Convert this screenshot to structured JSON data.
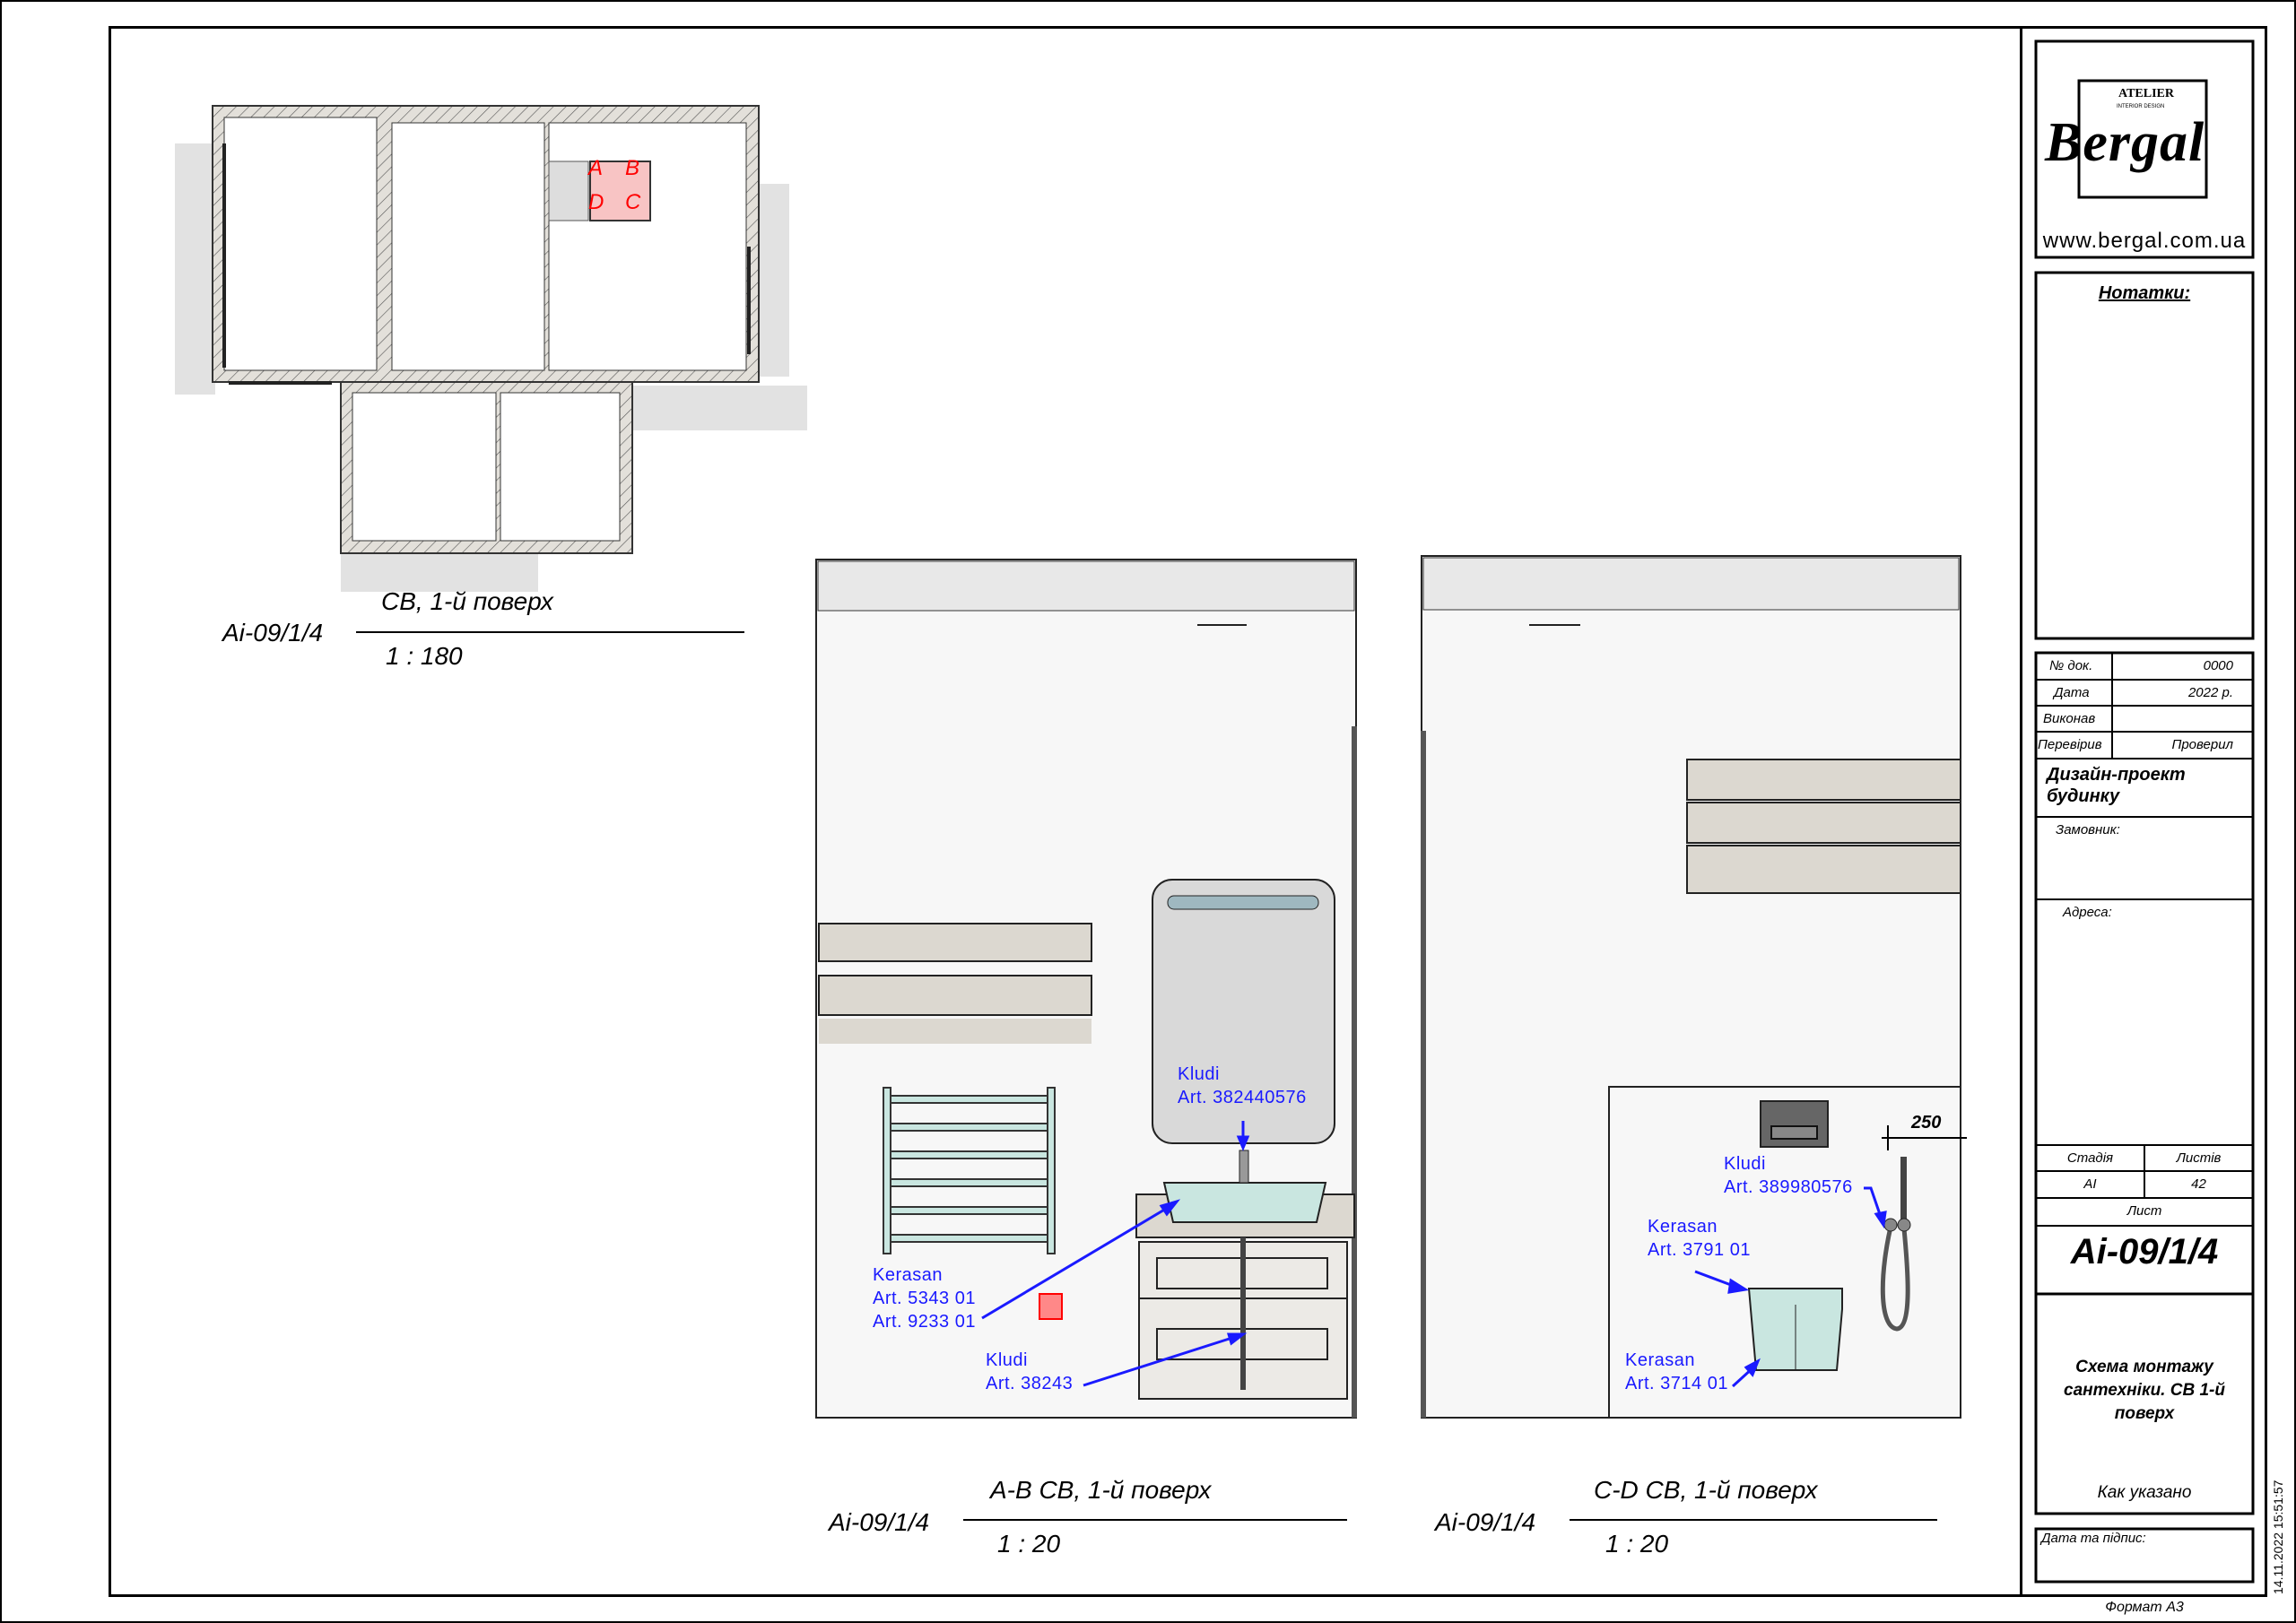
{
  "logo": {
    "atelier": "ATELIER",
    "subtitle": "INTERIOR DESIGN",
    "brand": "Bergal",
    "website": "www.bergal.com.ua"
  },
  "notes": {
    "title": "Нотатки:"
  },
  "info": {
    "doc_no_label": "№ док.",
    "doc_no": "0000",
    "date_label": "Дата",
    "date": "2022 р.",
    "made_by_label": "Виконав",
    "made_by": "",
    "checked_label": "Перевірив",
    "checked": "Проверил",
    "project": "Дизайн-проект будинку",
    "client_label": "Замовник:",
    "address_label": "Адреса:",
    "stage_label": "Стадія",
    "stage": "AI",
    "sheets_label": "Листів",
    "sheets": "42",
    "sheet_label": "Лист",
    "sheet": "Ai-09/1/4",
    "drawing_title": "Схема монтажу сантехніки. СВ 1-й поверх",
    "scale": "Как указано",
    "signature_label": "Дата та підпис:",
    "format": "Формат А3",
    "timestamp": "14.11.2022 15:51:57"
  },
  "plan": {
    "title": "СВ, 1-й поверх",
    "ref": "Ai-09/1/4",
    "scale": "1 : 180",
    "marks": [
      "A",
      "B",
      "D",
      "C"
    ]
  },
  "elev_ab": {
    "title": "A-B СВ, 1-й поверх",
    "ref": "Ai-09/1/4",
    "scale": "1 : 20",
    "callouts": [
      {
        "lines": [
          "Kludi",
          "Art. 382440576"
        ]
      },
      {
        "lines": [
          "Kerasan",
          "Art. 5343 01",
          "Art. 9233 01"
        ]
      },
      {
        "lines": [
          "Kludi",
          "Art. 38243"
        ]
      }
    ]
  },
  "elev_cd": {
    "title": "C-D СВ, 1-й поверх",
    "ref": "Ai-09/1/4",
    "scale": "1 : 20",
    "dimension": "250",
    "callouts": [
      {
        "lines": [
          "Kludi",
          "Art. 389980576"
        ]
      },
      {
        "lines": [
          "Kerasan",
          "Art. 3791 01"
        ]
      },
      {
        "lines": [
          "Kerasan",
          "Art. 3714 01"
        ]
      }
    ]
  },
  "colors": {
    "callout": "#1a1aff",
    "mark": "#ff0000",
    "fixture": "#c9e6e0"
  }
}
